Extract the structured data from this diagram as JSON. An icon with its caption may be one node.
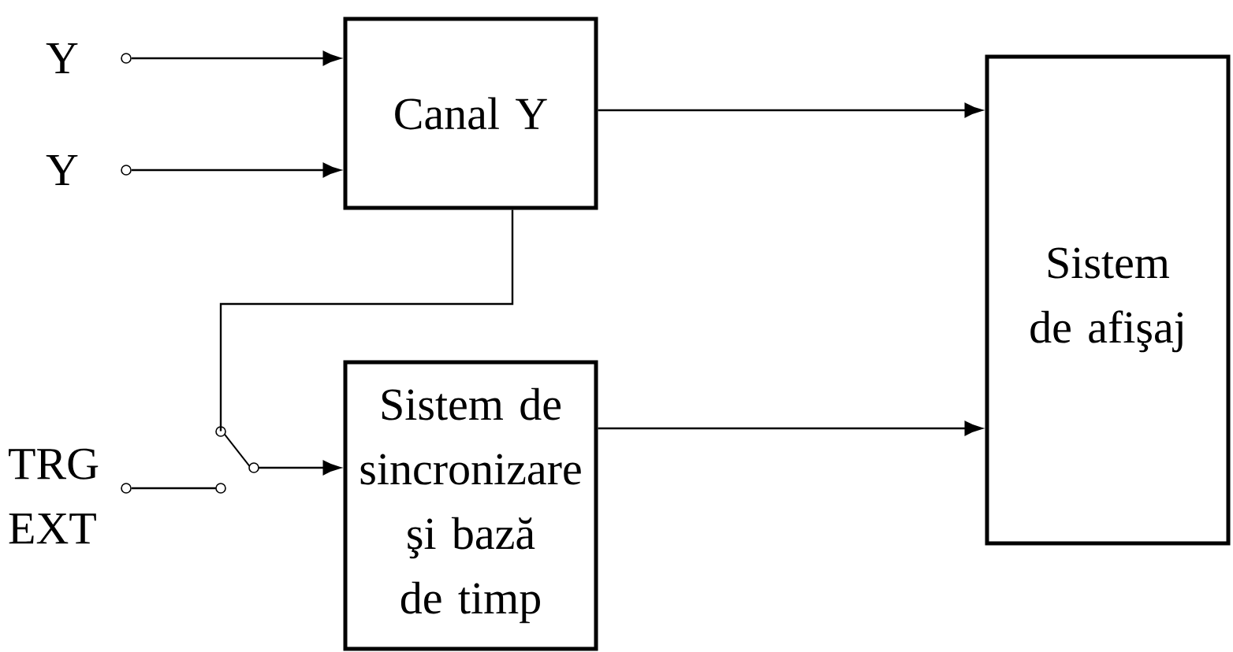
{
  "diagram": {
    "nodes": [
      {
        "text": [],
        "shape": "circle",
        "beside": [
          "Y"
        ]
      },
      {
        "text": [],
        "shape": "circle",
        "beside": [
          "Y"
        ]
      },
      {
        "text": [
          "Canal Y"
        ]
      },
      {
        "text": [
          "Sistem de afişaj"
        ]
      },
      {
        "text": [],
        "shape": "circle",
        "beside": [
          "TRG EXT"
        ]
      },
      {
        "text": [
          "Sistem de sincronizare şi bază de timp"
        ]
      },
      {
        "text": [],
        "shape": "switch"
      }
    ],
    "edges": [
      {
        "from": 0,
        "to": 2,
        "arrow": "to"
      },
      {
        "from": 1,
        "to": 2,
        "arrow": "to"
      },
      {
        "from": 2,
        "to": 3,
        "arrow": "to"
      },
      {
        "from": 5,
        "to": 3,
        "arrow": "to"
      },
      {
        "from": 2,
        "to": 6,
        "arrow": "none"
      },
      {
        "from": 4,
        "to": 6,
        "arrow": "none"
      },
      {
        "from": 6,
        "to": 5,
        "arrow": "to"
      }
    ]
  }
}
